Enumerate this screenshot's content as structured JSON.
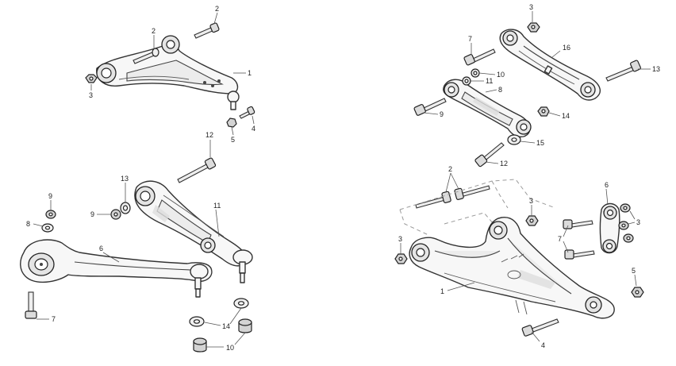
{
  "callouts": {
    "left": {
      "upper_wishbone": "1",
      "bolt_top": "2",
      "bolt_mid": "2",
      "nut": "3",
      "bolt_small": "4",
      "nut_small": "5",
      "tie_rod": "6",
      "bolt": "7",
      "washer_stack": "8",
      "nut_top": "9",
      "nut_side": "9",
      "nut_bottom": "10",
      "lower_link": "11",
      "bolt_long": "12",
      "washer": "13",
      "washer_small": "14"
    },
    "right": {
      "lower_wishbone": "1",
      "bolts": "2",
      "nut_top": "3",
      "nut_wishbone_a": "3",
      "nut_wishbone_b": "3",
      "nut_side": "3",
      "bolt_bottom": "4",
      "nut_small": "5",
      "bracket": "6",
      "bolt_top": "7",
      "bolt_bracket": "7",
      "link": "8",
      "bolt": "9",
      "washer_a": "10",
      "washer_b": "11",
      "bolt_mid": "12",
      "bolt_long": "13",
      "nut": "14",
      "washer": "15",
      "link_upper": "16"
    }
  }
}
